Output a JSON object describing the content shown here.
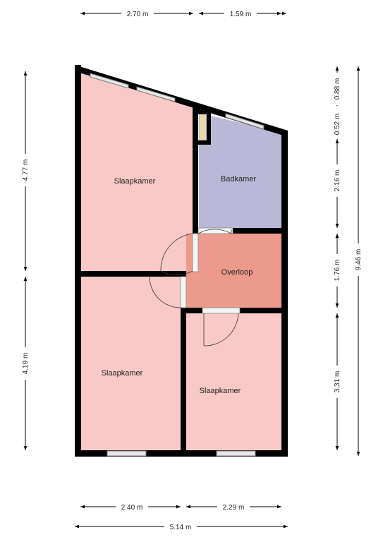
{
  "colors": {
    "bedroom": "#f9c9c7",
    "bathroom": "#b9b8d6",
    "landing": "#ec9a8c",
    "wall": "#000000",
    "window": "#cfcfcf"
  },
  "rooms": {
    "bedroom_top": "Slaapkamer",
    "bathroom": "Badkamer",
    "landing": "Overloop",
    "bedroom_bottom_left": "Slaapkamer",
    "bedroom_bottom_right": "Slaapkamer"
  },
  "dimensions": {
    "top_left": "2.70 m",
    "top_right": "1.59 m",
    "left_upper": "4.77 m",
    "left_lower": "4.19 m",
    "right_1": "0.88 m",
    "right_2": "0.52 m",
    "right_3": "2.16 m",
    "right_4": "1.76 m",
    "right_5": "3.31 m",
    "right_total": "9.46 m",
    "bottom_left": "2.40 m",
    "bottom_right": "2.29 m",
    "bottom_total": "5.14 m"
  }
}
